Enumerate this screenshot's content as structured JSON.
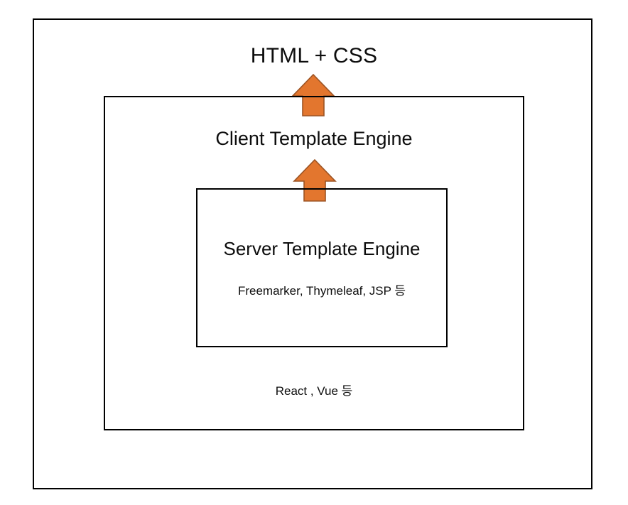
{
  "diagram": {
    "type": "nested-layer-architecture",
    "title": "HTML + CSS",
    "colors": {
      "arrow_fill": "#E3762E",
      "arrow_stroke": "#9C5323",
      "box_border": "#000000",
      "background": "#FFFFFF",
      "text": "#0D0D0D"
    },
    "layers": [
      {
        "id": "outer",
        "name": "outer-container",
        "label": ""
      },
      {
        "id": "client",
        "name": "client-template-engine",
        "label": "Client Template Engine",
        "sublabel": "React , Vue 등"
      },
      {
        "id": "server",
        "name": "server-template-engine",
        "label": "Server Template Engine",
        "sublabel": "Freemarker, Thymeleaf, JSP 등"
      }
    ],
    "arrows": [
      {
        "id": "arrow-server-to-client",
        "icon": "arrow-up-icon",
        "from": "Server Template Engine",
        "to": "Client Template Engine",
        "direction": "up"
      },
      {
        "id": "arrow-client-to-html",
        "icon": "arrow-up-icon",
        "from": "Client Template Engine",
        "to": "HTML + CSS",
        "direction": "up"
      }
    ]
  }
}
